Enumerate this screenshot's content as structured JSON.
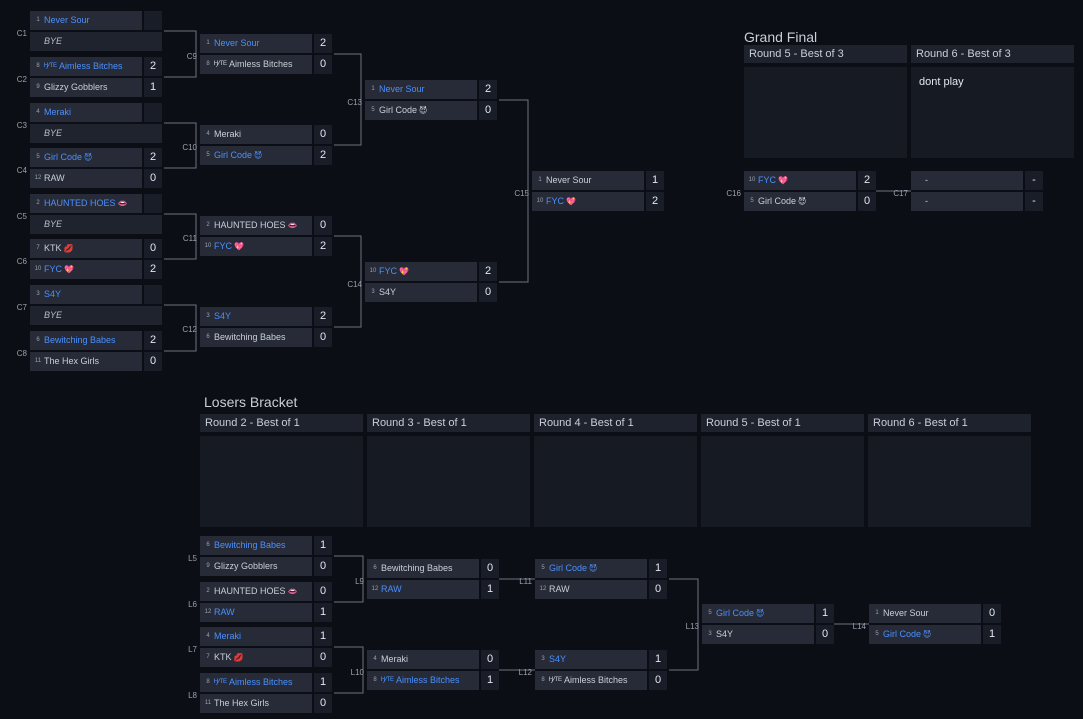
{
  "upper": {
    "matches": [
      {
        "id": "C1",
        "p1": {
          "seed": "1",
          "name": "Never Sour",
          "win": true,
          "score": ""
        },
        "p2": {
          "seed": "",
          "name": "BYE",
          "bye": true,
          "score": ""
        }
      },
      {
        "id": "C2",
        "p1": {
          "seed": "8",
          "name": "ᴴ⁄ᵀᴱ Aimless Bitches",
          "win": true,
          "score": "2"
        },
        "p2": {
          "seed": "9",
          "name": "Glizzy Gobblers",
          "score": "1"
        }
      },
      {
        "id": "C3",
        "p1": {
          "seed": "4",
          "name": "Meraki",
          "win": true,
          "score": ""
        },
        "p2": {
          "seed": "",
          "name": "BYE",
          "bye": true,
          "score": ""
        }
      },
      {
        "id": "C4",
        "p1": {
          "seed": "5",
          "name": "Girl Code",
          "icon": "devil-face-icon",
          "win": true,
          "score": "2"
        },
        "p2": {
          "seed": "12",
          "name": "RAW",
          "score": "0"
        }
      },
      {
        "id": "C5",
        "p1": {
          "seed": "2",
          "name": "HAUNTED HOES",
          "icon": "lips-icon",
          "win": true,
          "score": ""
        },
        "p2": {
          "seed": "",
          "name": "BYE",
          "bye": true,
          "score": ""
        }
      },
      {
        "id": "C6",
        "p1": {
          "seed": "7",
          "name": "KTK",
          "icon": "kiss-icon",
          "score": "0"
        },
        "p2": {
          "seed": "10",
          "name": "FYC",
          "icon": "heart-icon",
          "win": true,
          "score": "2"
        }
      },
      {
        "id": "C7",
        "p1": {
          "seed": "3",
          "name": "S4Y",
          "win": true,
          "score": ""
        },
        "p2": {
          "seed": "",
          "name": "BYE",
          "bye": true,
          "score": ""
        }
      },
      {
        "id": "C8",
        "p1": {
          "seed": "6",
          "name": "Bewitching Babes",
          "win": true,
          "score": "2"
        },
        "p2": {
          "seed": "11",
          "name": "The Hex Girls",
          "score": "0"
        }
      },
      {
        "id": "C9",
        "p1": {
          "seed": "1",
          "name": "Never Sour",
          "win": true,
          "score": "2"
        },
        "p2": {
          "seed": "8",
          "name": "ᴴ⁄ᵀᴱ Aimless Bitches",
          "score": "0"
        }
      },
      {
        "id": "C10",
        "p1": {
          "seed": "4",
          "name": "Meraki",
          "score": "0"
        },
        "p2": {
          "seed": "5",
          "name": "Girl Code",
          "icon": "devil-face-icon",
          "win": true,
          "score": "2"
        }
      },
      {
        "id": "C11",
        "p1": {
          "seed": "2",
          "name": "HAUNTED HOES",
          "icon": "lips-icon",
          "score": "0"
        },
        "p2": {
          "seed": "10",
          "name": "FYC",
          "icon": "heart-icon",
          "win": true,
          "score": "2"
        }
      },
      {
        "id": "C12",
        "p1": {
          "seed": "3",
          "name": "S4Y",
          "win": true,
          "score": "2"
        },
        "p2": {
          "seed": "6",
          "name": "Bewitching Babes",
          "score": "0"
        }
      },
      {
        "id": "C13",
        "p1": {
          "seed": "1",
          "name": "Never Sour",
          "win": true,
          "score": "2"
        },
        "p2": {
          "seed": "5",
          "name": "Girl Code",
          "icon": "devil-face-icon",
          "score": "0"
        }
      },
      {
        "id": "C14",
        "p1": {
          "seed": "10",
          "name": "FYC",
          "icon": "heart-icon",
          "win": true,
          "score": "2"
        },
        "p2": {
          "seed": "3",
          "name": "S4Y",
          "score": "0"
        }
      },
      {
        "id": "C15",
        "p1": {
          "seed": "1",
          "name": "Never Sour",
          "score": "1"
        },
        "p2": {
          "seed": "10",
          "name": "FYC",
          "icon": "heart-icon",
          "win": true,
          "score": "2"
        }
      }
    ]
  },
  "grand_final": {
    "title": "Grand Final",
    "rounds": [
      {
        "header": "Round 5 - Best of 3",
        "note": ""
      },
      {
        "header": "Round 6 - Best of 3",
        "note": "dont play"
      }
    ],
    "matches": [
      {
        "id": "C16",
        "p1": {
          "seed": "10",
          "name": "FYC",
          "icon": "heart-icon",
          "win": true,
          "score": "2"
        },
        "p2": {
          "seed": "5",
          "name": "Girl Code",
          "icon": "devil-face-icon",
          "score": "0"
        }
      },
      {
        "id": "C17",
        "p1": {
          "seed": "",
          "name": "-",
          "score": "-"
        },
        "p2": {
          "seed": "",
          "name": "-",
          "score": "-"
        }
      }
    ]
  },
  "losers": {
    "title": "Losers Bracket",
    "rounds": [
      {
        "header": "Round 2 - Best of 1"
      },
      {
        "header": "Round 3 - Best of 1"
      },
      {
        "header": "Round 4 - Best of 1"
      },
      {
        "header": "Round 5 - Best of 1"
      },
      {
        "header": "Round 6 - Best of 1"
      }
    ],
    "matches": [
      {
        "id": "L5",
        "p1": {
          "seed": "6",
          "name": "Bewitching Babes",
          "win": true,
          "score": "1"
        },
        "p2": {
          "seed": "9",
          "name": "Glizzy Gobblers",
          "score": "0"
        }
      },
      {
        "id": "L6",
        "p1": {
          "seed": "2",
          "name": "HAUNTED HOES",
          "icon": "lips-icon",
          "score": "0"
        },
        "p2": {
          "seed": "12",
          "name": "RAW",
          "win": true,
          "score": "1"
        }
      },
      {
        "id": "L7",
        "p1": {
          "seed": "4",
          "name": "Meraki",
          "win": true,
          "score": "1"
        },
        "p2": {
          "seed": "7",
          "name": "KTK",
          "icon": "kiss-icon",
          "score": "0"
        }
      },
      {
        "id": "L8",
        "p1": {
          "seed": "8",
          "name": "ᴴ⁄ᵀᴱ Aimless Bitches",
          "win": true,
          "score": "1"
        },
        "p2": {
          "seed": "11",
          "name": "The Hex Girls",
          "score": "0"
        }
      },
      {
        "id": "L9",
        "p1": {
          "seed": "6",
          "name": "Bewitching Babes",
          "score": "0"
        },
        "p2": {
          "seed": "12",
          "name": "RAW",
          "win": true,
          "score": "1"
        }
      },
      {
        "id": "L10",
        "p1": {
          "seed": "4",
          "name": "Meraki",
          "score": "0"
        },
        "p2": {
          "seed": "8",
          "name": "ᴴ⁄ᵀᴱ Aimless Bitches",
          "win": true,
          "score": "1"
        }
      },
      {
        "id": "L11",
        "p1": {
          "seed": "5",
          "name": "Girl Code",
          "icon": "devil-face-icon",
          "win": true,
          "score": "1"
        },
        "p2": {
          "seed": "12",
          "name": "RAW",
          "score": "0"
        }
      },
      {
        "id": "L12",
        "p1": {
          "seed": "3",
          "name": "S4Y",
          "win": true,
          "score": "1"
        },
        "p2": {
          "seed": "8",
          "name": "ᴴ⁄ᵀᴱ Aimless Bitches",
          "score": "0"
        }
      },
      {
        "id": "L13",
        "p1": {
          "seed": "5",
          "name": "Girl Code",
          "icon": "devil-face-icon",
          "win": true,
          "score": "1"
        },
        "p2": {
          "seed": "3",
          "name": "S4Y",
          "score": "0"
        }
      },
      {
        "id": "L14",
        "p1": {
          "seed": "1",
          "name": "Never Sour",
          "score": "0"
        },
        "p2": {
          "seed": "5",
          "name": "Girl Code",
          "icon": "devil-face-icon",
          "win": true,
          "score": "1"
        }
      }
    ]
  },
  "icons": {
    "devil-face-icon": "😈",
    "lips-icon": "👄",
    "kiss-icon": "💋",
    "heart-icon": "💖"
  },
  "colors": {
    "background": "#0b0e15",
    "row": "#262b37",
    "winner_text": "#4a90ff",
    "connector": "#6b7280"
  }
}
